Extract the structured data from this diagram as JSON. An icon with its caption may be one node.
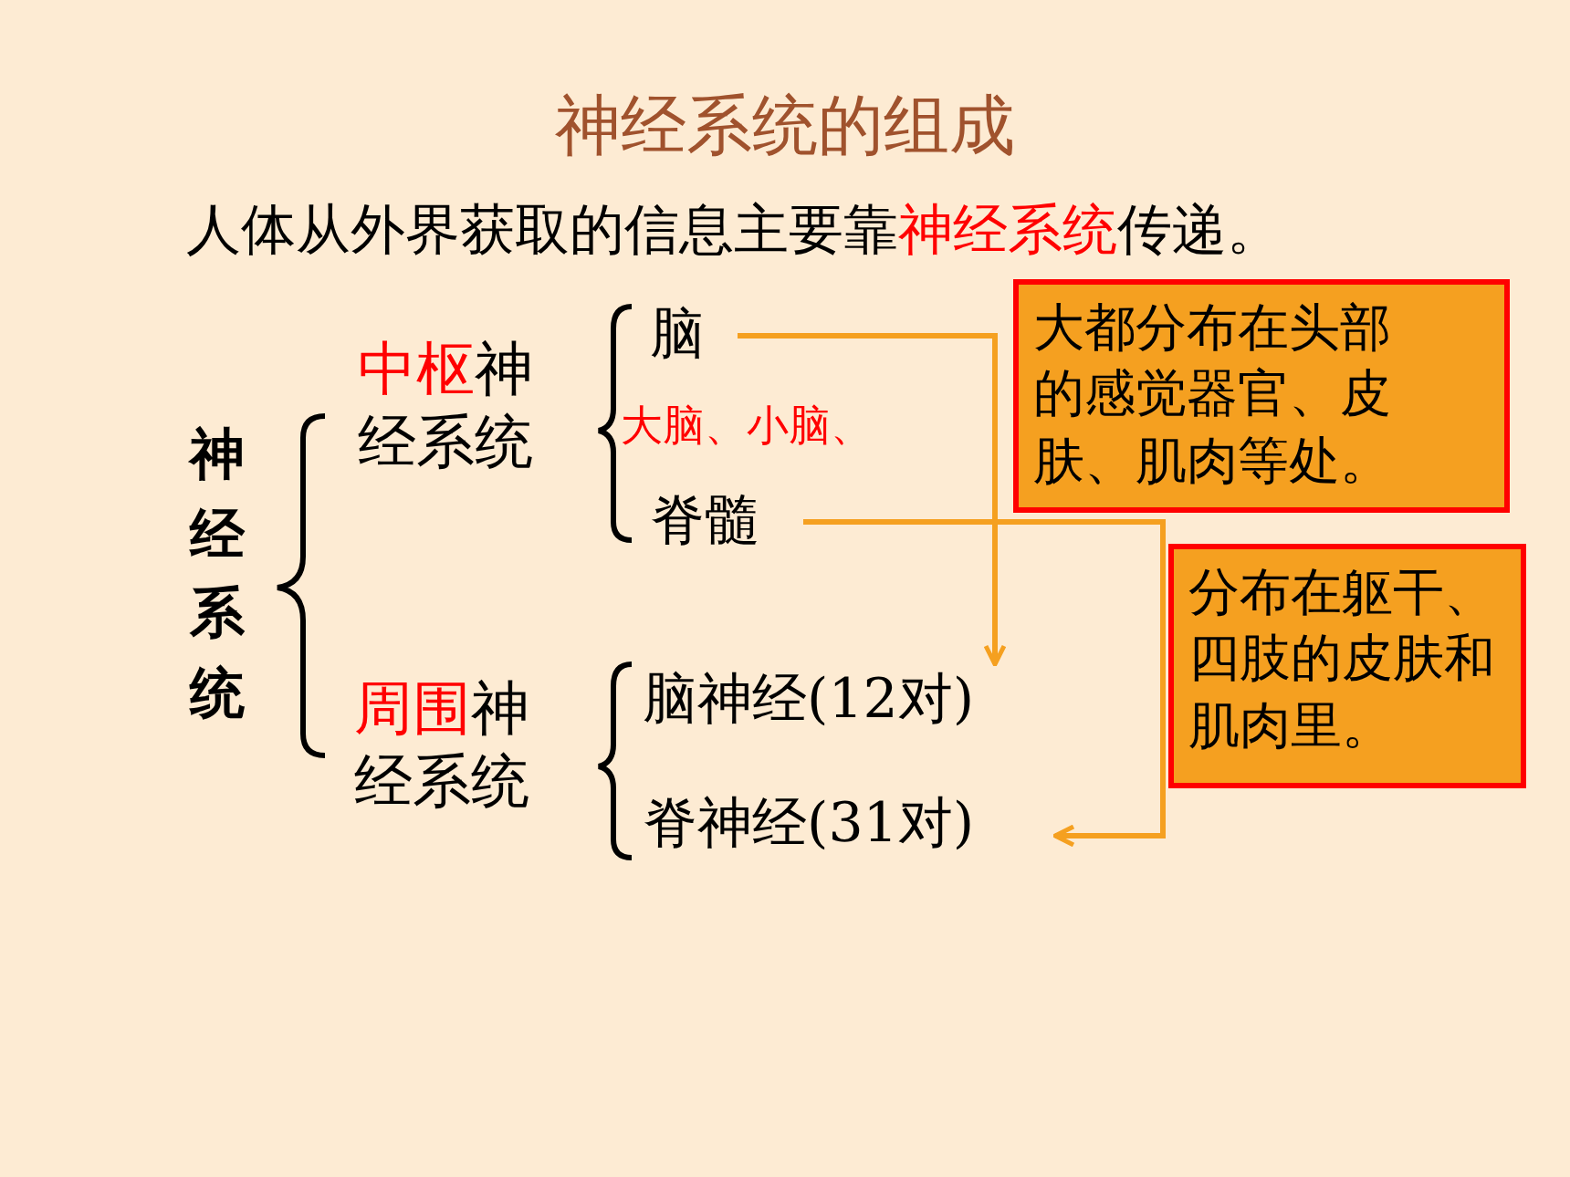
{
  "diagram": {
    "title": "神经系统的组成",
    "nodes": [
      {
        "text": [
          "脑"
        ]
      },
      {
        "text": [
          "脊髓"
        ]
      },
      {
        "text": [
          "脑神经(12对)"
        ]
      },
      {
        "text": [
          "脊神经(31对)"
        ]
      },
      {
        "text": [
          "大都分布在头部的感觉器官、皮肤、肌肉等处。"
        ]
      },
      {
        "text": [
          "分布在躯干、四肢的皮肤和肌肉里。"
        ]
      }
    ],
    "edges": [
      {
        "from": 0,
        "to": 2,
        "arrow": "to"
      },
      {
        "from": 1,
        "to": 3,
        "arrow": "to"
      }
    ],
    "labels": [
      "人体从外界获取的信息主要靠**神经系统**传递。",
      "神经系统",
      "**中枢**神经系统",
      "大脑、小脑、",
      "**周围**神经系统"
    ]
  }
}
